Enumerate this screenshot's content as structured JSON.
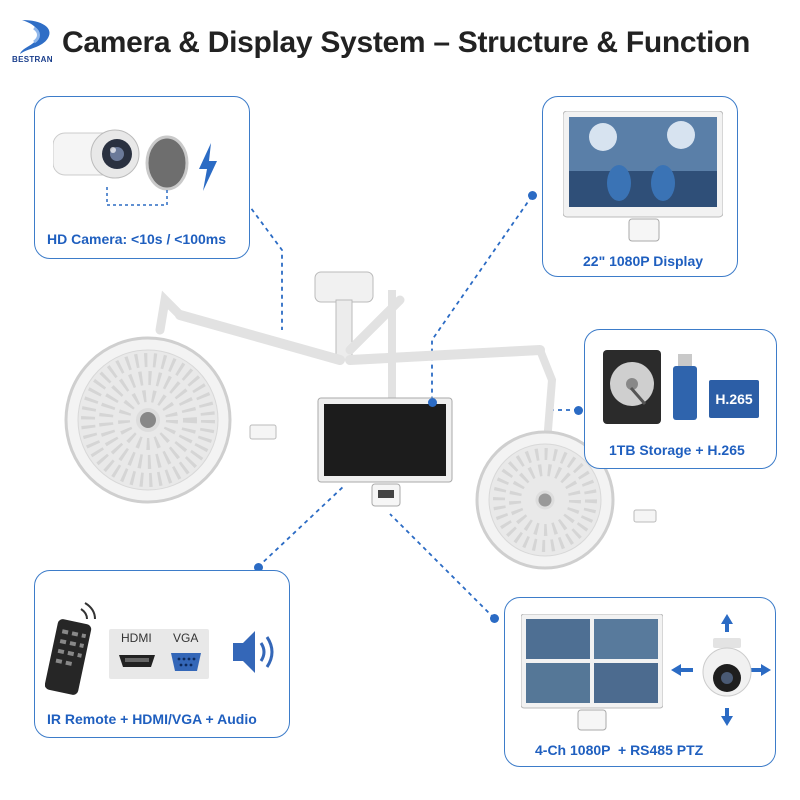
{
  "header": {
    "brand": "BESTRAN",
    "title": "Camera & Display System – Structure & Function"
  },
  "cards": {
    "camera": {
      "caption": "HD Camera: <10s / <100ms"
    },
    "display": {
      "caption": "22\" 1080P Display"
    },
    "storage": {
      "caption": "1TB Storage + H.265",
      "codec_badge": "H.265"
    },
    "io": {
      "caption": "IR Remote + HDMI/VGA + Audio",
      "hdmi_label": "HDMI",
      "vga_label": "VGA"
    },
    "video": {
      "caption": "4-Ch 1080P  + RS485 PTZ"
    }
  },
  "colors": {
    "accent": "#2b6bc4",
    "border": "#3d7cc9",
    "title": "#222222",
    "badge": "#2c5ea6"
  },
  "icons": [
    "camera-icon",
    "filter-lens-icon",
    "lightning-icon",
    "monitor-icon",
    "hard-drive-icon",
    "usb-stick-icon",
    "remote-icon",
    "hdmi-port-icon",
    "vga-port-icon",
    "speaker-icon",
    "quad-monitor-icon",
    "ptz-camera-icon"
  ]
}
